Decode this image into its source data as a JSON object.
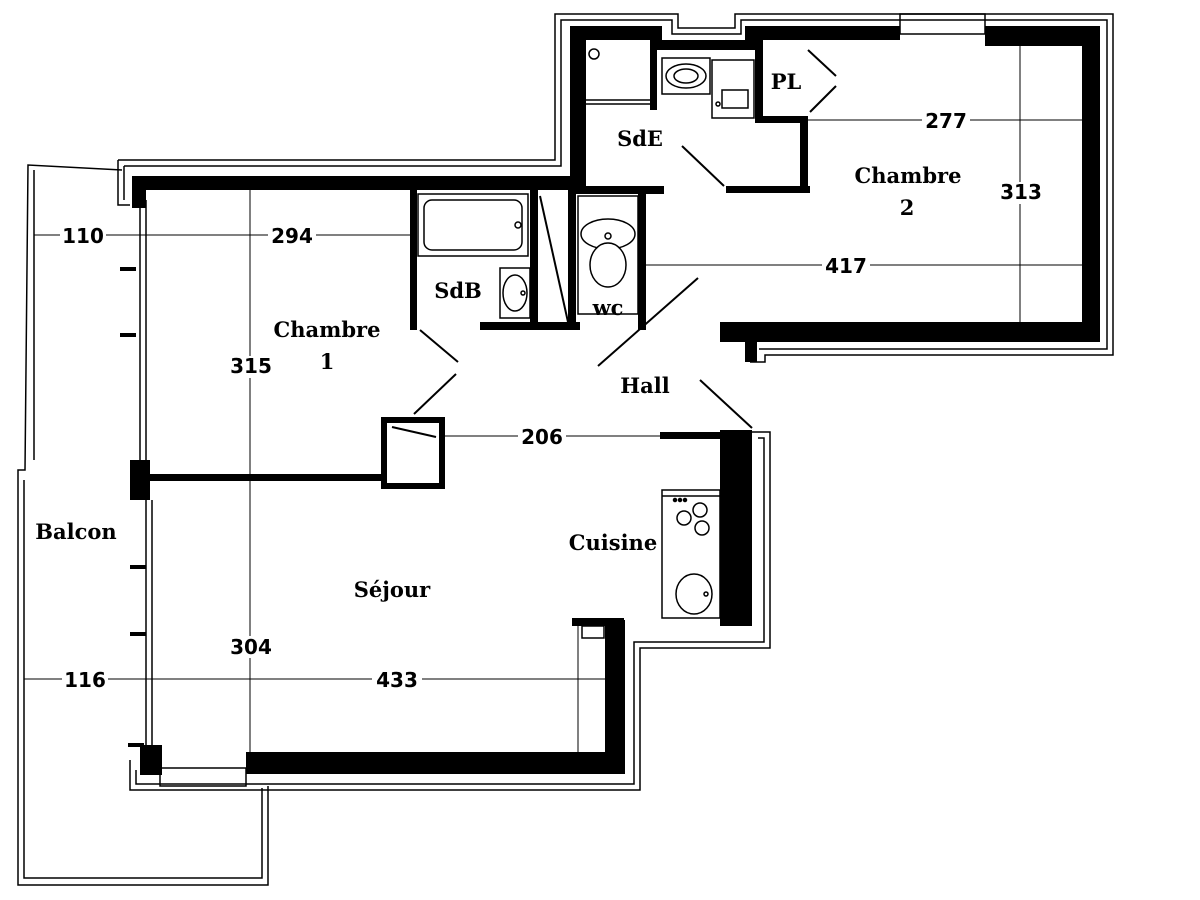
{
  "rooms": {
    "sde": "SdE",
    "pl": "PL",
    "chambre2_line1": "Chambre",
    "chambre2_line2": "2",
    "sdb": "SdB",
    "wc": "wc",
    "chambre1_line1": "Chambre",
    "chambre1_line2": "1",
    "hall": "Hall",
    "balcon": "Balcon",
    "cuisine": "Cuisine",
    "sejour": "Séjour"
  },
  "dimensions": {
    "d277": "277",
    "d313": "313",
    "d417": "417",
    "d110": "110",
    "d294": "294",
    "d315": "315",
    "d206": "206",
    "d304": "304",
    "d116": "116",
    "d433": "433"
  }
}
